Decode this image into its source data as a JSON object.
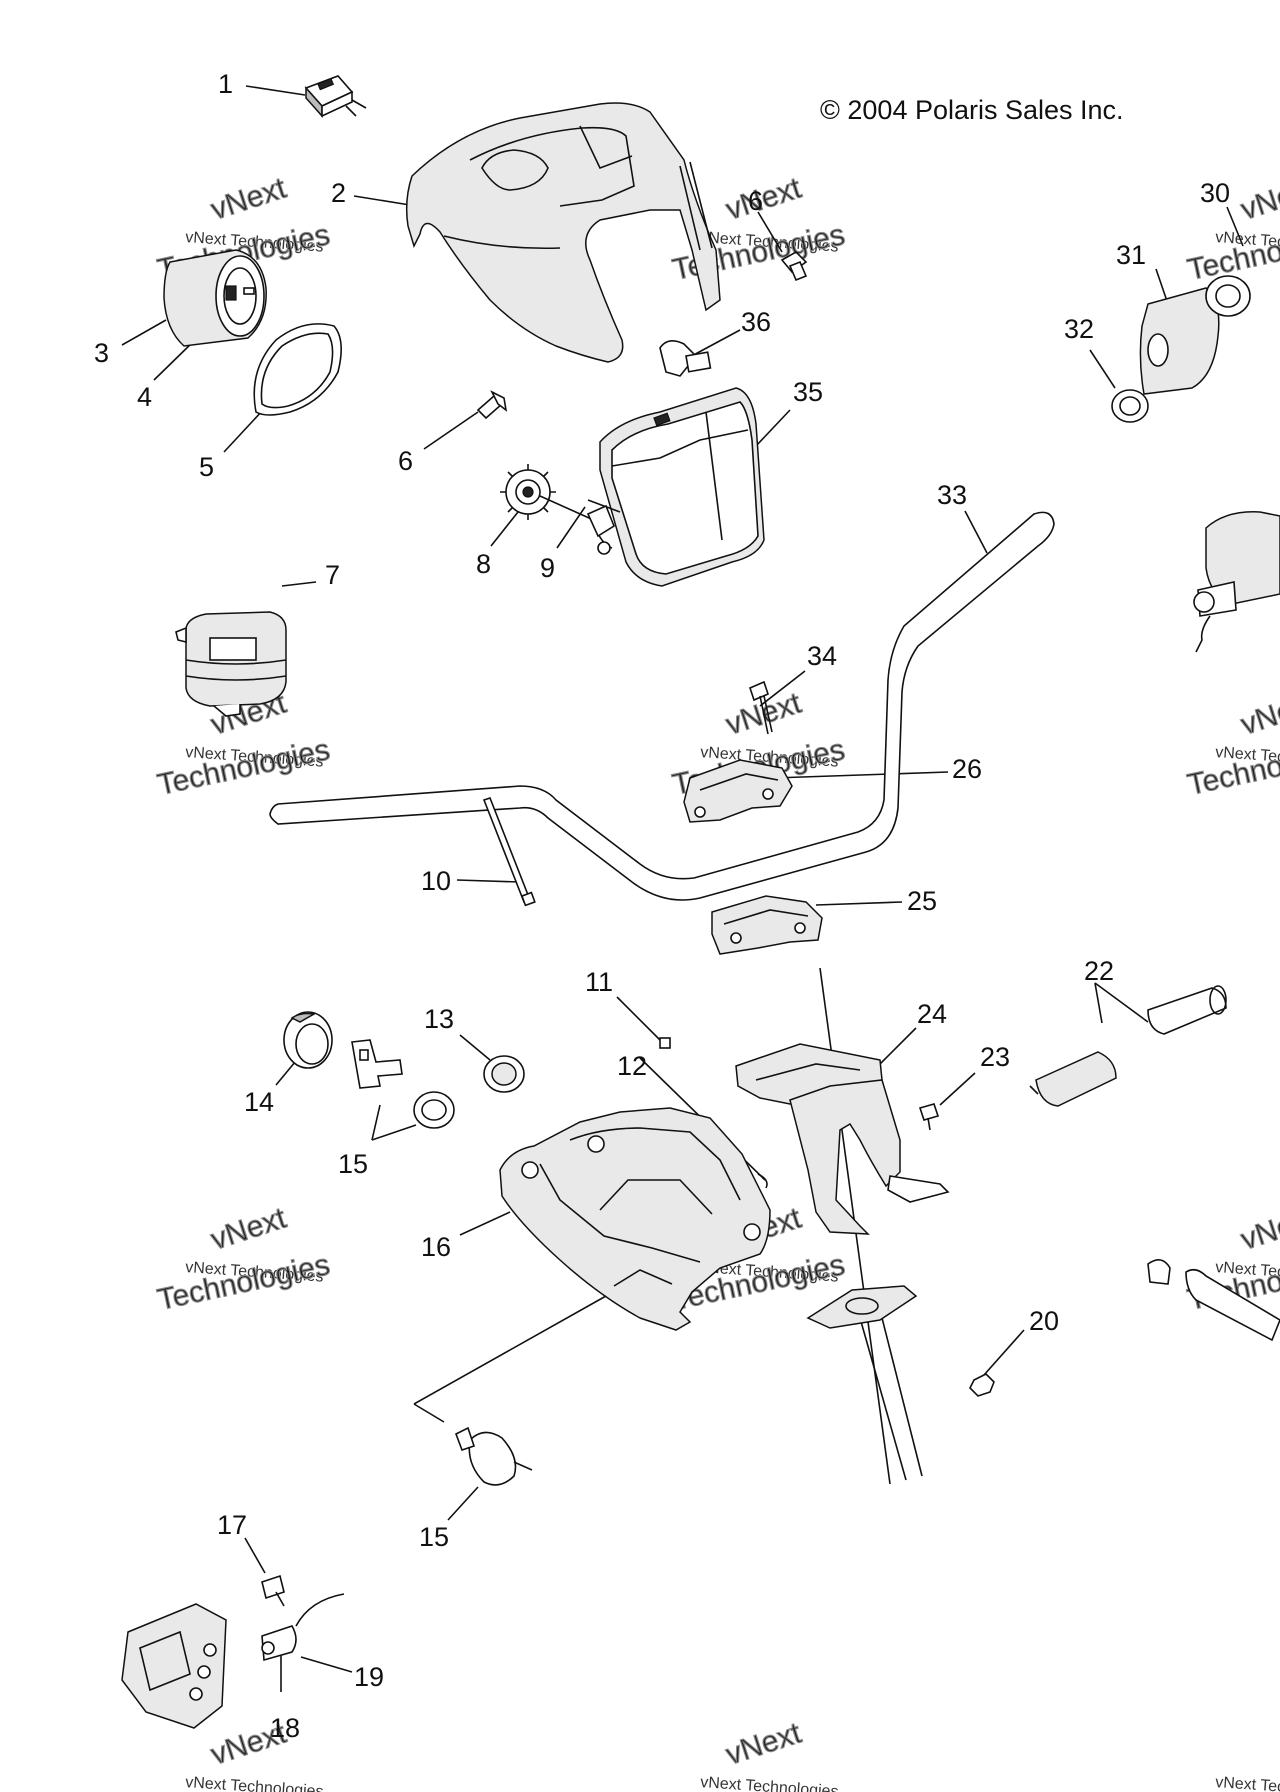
{
  "copyright": "© 2004 Polaris Sales Inc.",
  "watermark": {
    "line1": "vNext Technologies",
    "line2": "vNext",
    "line3": "Technologies"
  },
  "callouts": {
    "c1": "1",
    "c2": "2",
    "c3": "3",
    "c4": "4",
    "c5": "5",
    "c6a": "6",
    "c6b": "6",
    "c7": "7",
    "c8": "8",
    "c9": "9",
    "c10": "10",
    "c11": "11",
    "c12": "12",
    "c13": "13",
    "c14": "14",
    "c15a": "15",
    "c15b": "15",
    "c16": "16",
    "c17": "17",
    "c18": "18",
    "c19": "19",
    "c20": "20",
    "c22": "22",
    "c23": "23",
    "c24": "24",
    "c25": "25",
    "c26": "26",
    "c30": "30",
    "c31": "31",
    "c32": "32",
    "c33": "33",
    "c34": "34",
    "c35": "35",
    "c36": "36"
  }
}
